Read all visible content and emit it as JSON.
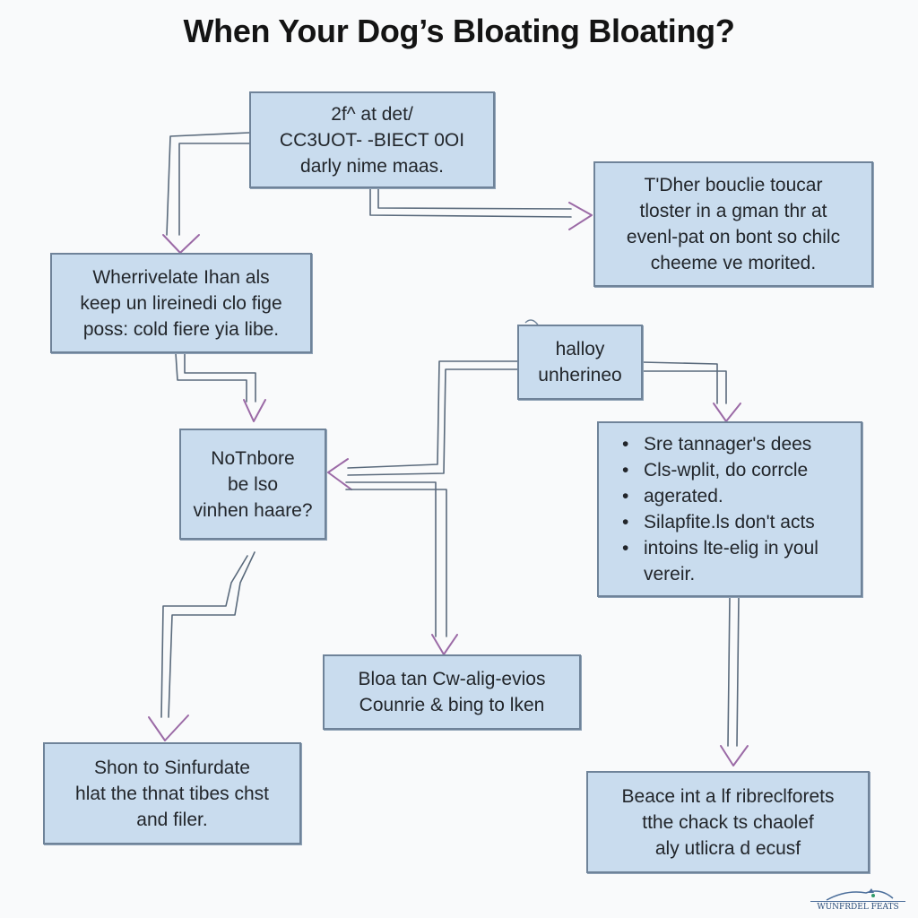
{
  "title": "When Your Dog’s Bloating Bloating?",
  "boxes": {
    "box1": [
      "2f^ at det/",
      "CC3UOT- -BIECT 0OI",
      "darly nime maas."
    ],
    "box2": [
      "Wherrivelate Ihan als",
      "keep un lireinedi clo fige",
      "poss: cold fiere yia libe."
    ],
    "box3": [
      "T'Dher bouclie toucar",
      "tloster in a gman thr at",
      "evenl-pat on bont so chilc",
      "cheeme ve morited."
    ],
    "box4": [
      "halloy",
      "unherineo"
    ],
    "box5": [
      "NoTnbore",
      "be lso",
      "vinhen haare?"
    ],
    "box6": {
      "items": [
        [
          "Sre tannager's dees"
        ],
        [
          "Cls-wplit, do corrcle",
          "agerated."
        ],
        [
          "Silapfite.ls don't acts"
        ],
        [
          "intoins lte-elig in youl",
          "vereir."
        ]
      ]
    },
    "box7": [
      "Bloa tan Cw-alig-evios",
      "Counrie & bing to lken"
    ],
    "box8": [
      "Shon to Sinfurdate",
      "hlat the thnat tibes chst",
      "and filer."
    ],
    "box9": [
      "Beace int a lf ribreclforets",
      "tthe chack ts chaolef",
      "aly utlicra d ecusf"
    ]
  },
  "logo": {
    "text": "WUNFRDEL FEATS",
    "icon": "dog-silhouette-logo"
  },
  "colors": {
    "box_fill": "#c9dcee",
    "box_border": "#6f8399",
    "arrow_stroke": "#5a6a7c",
    "arrow_head": "#9b6aa6",
    "background": "#f9fafb"
  }
}
